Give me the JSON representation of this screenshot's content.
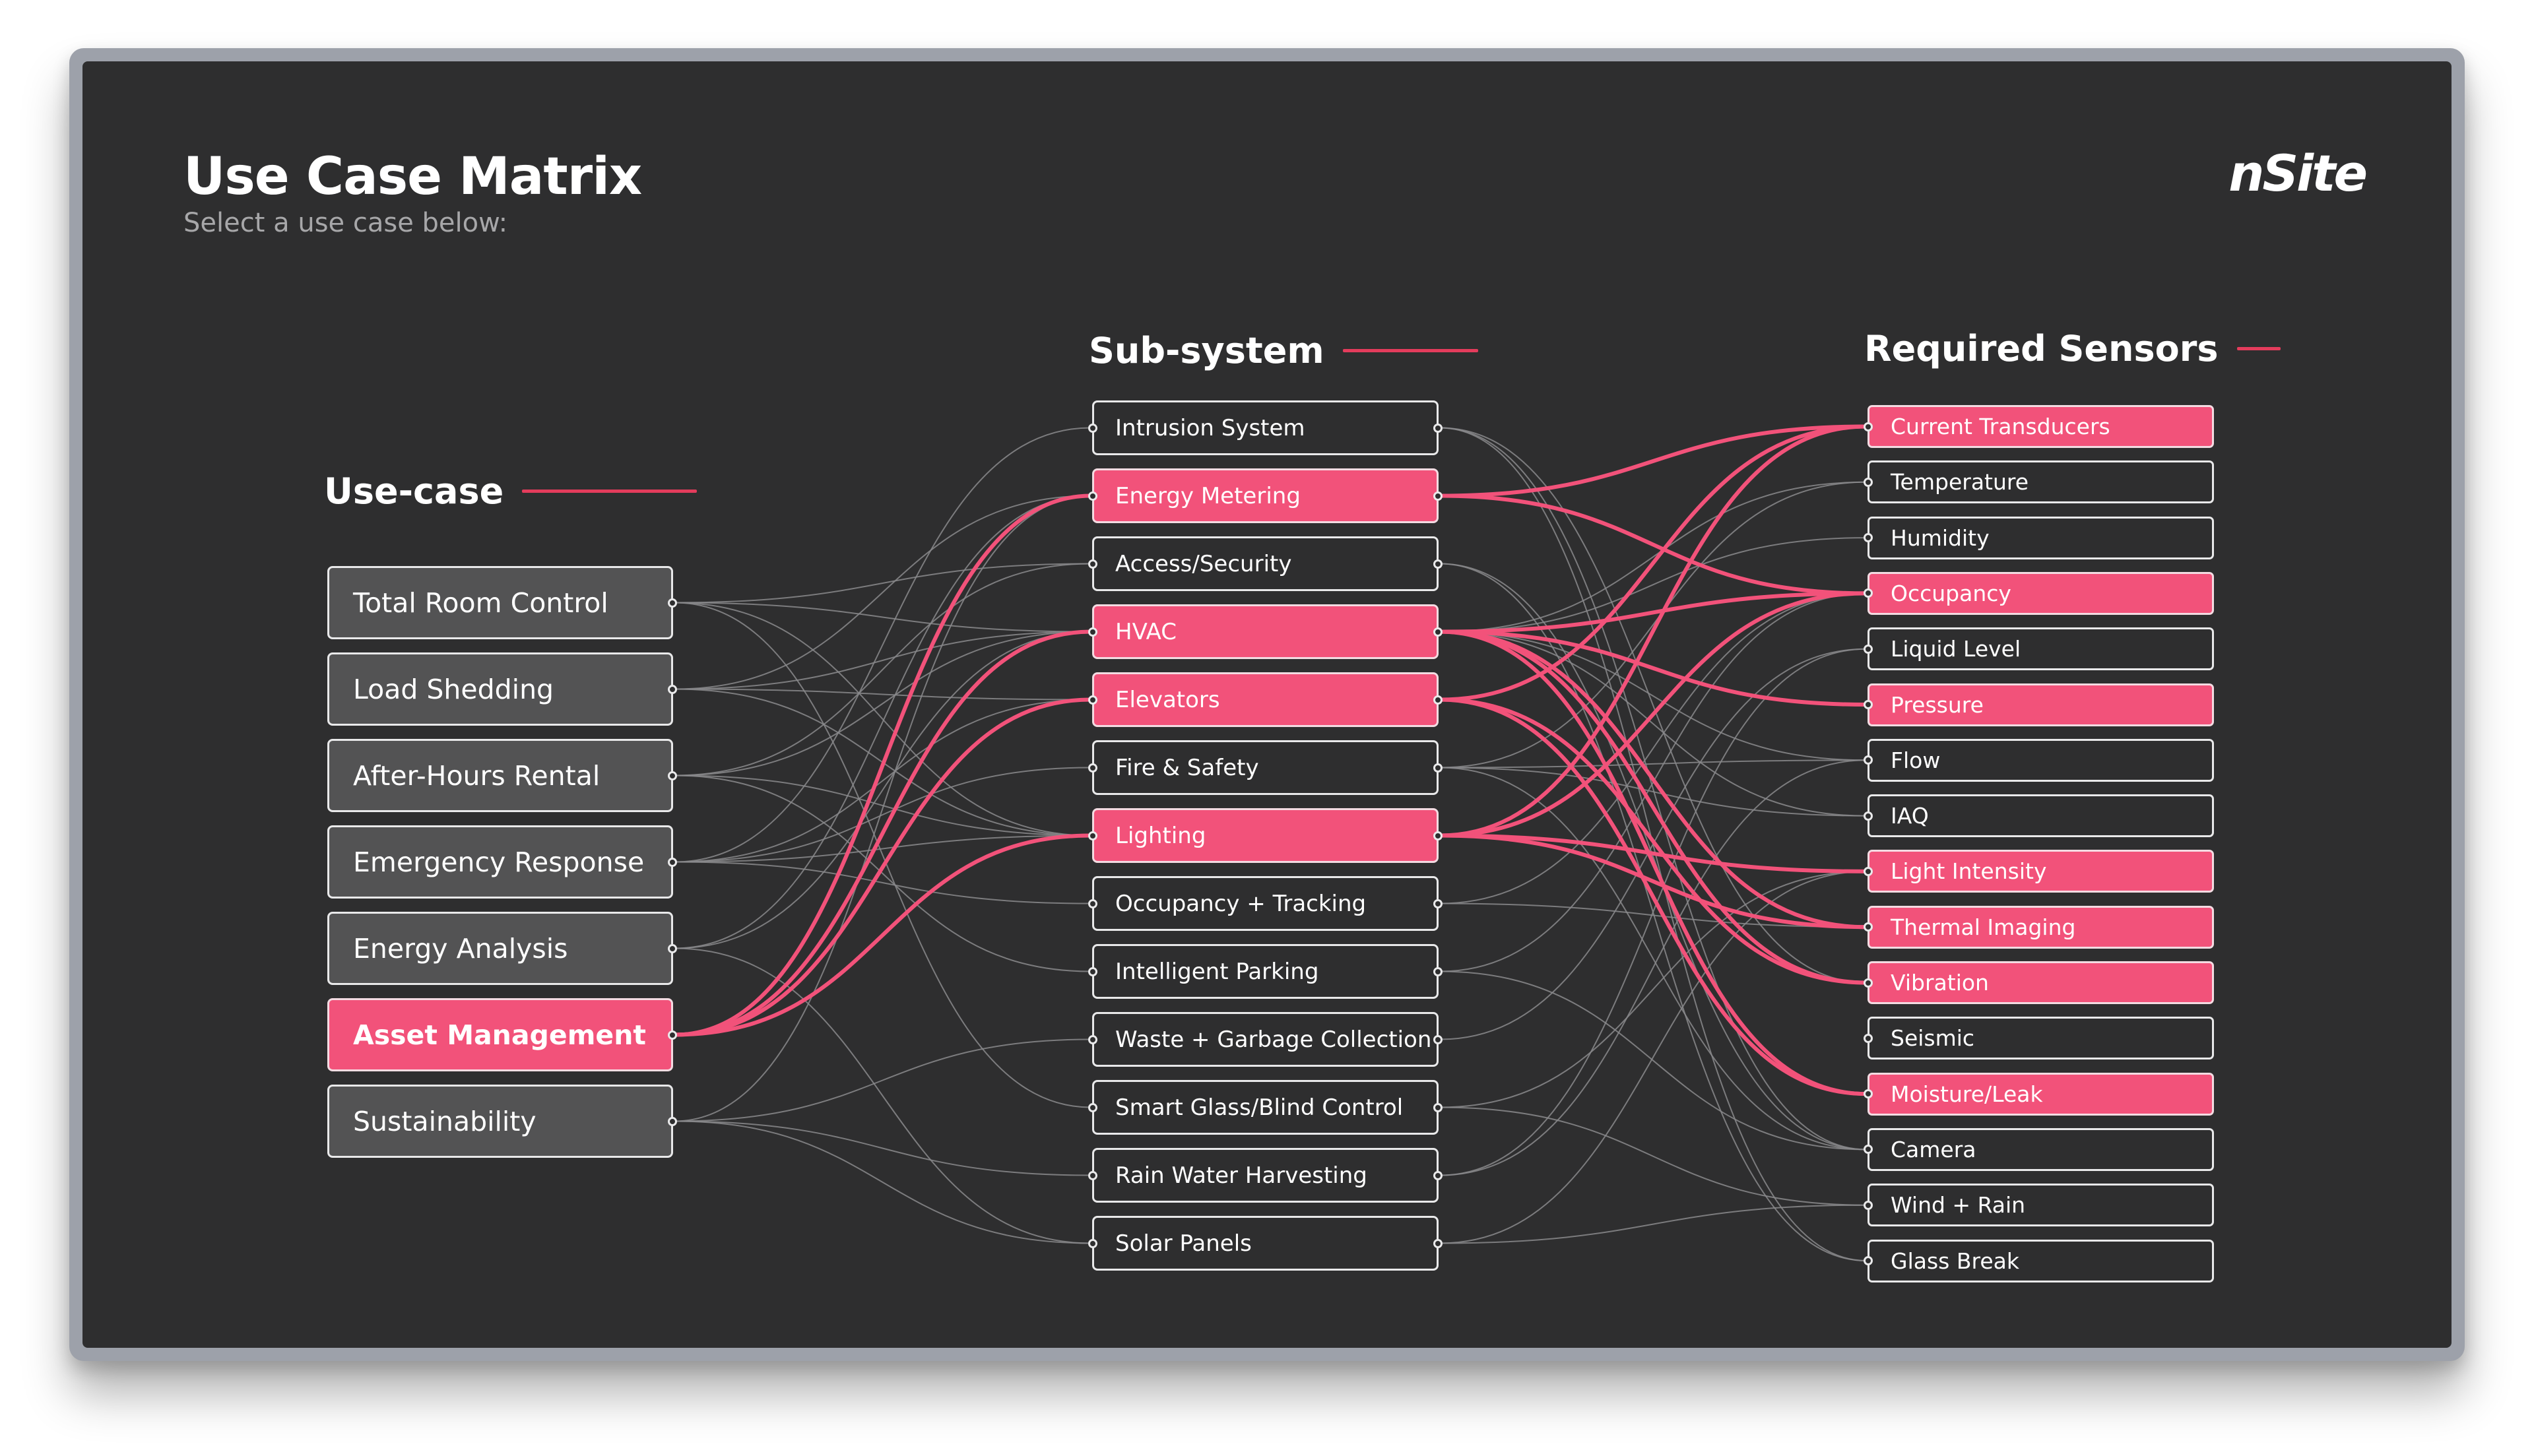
{
  "header": {
    "title": "Use Case Matrix",
    "subtitle": "Select a use case below:",
    "logo": "nSite"
  },
  "columns": {
    "use_case": "Use-case",
    "sub_system": "Sub-system",
    "sensors": "Required Sensors"
  },
  "colors": {
    "background": "#2e2e2f",
    "accent": "#f2527a",
    "accent_line": "#e43c5c",
    "use_case_fill": "#535354",
    "connection_inactive": "#8a8a8c"
  },
  "use_cases": [
    {
      "label": "Total Room Control",
      "active": false
    },
    {
      "label": "Load Shedding",
      "active": false
    },
    {
      "label": "After-Hours Rental",
      "active": false
    },
    {
      "label": "Emergency Response",
      "active": false
    },
    {
      "label": "Energy Analysis",
      "active": false
    },
    {
      "label": "Asset Management",
      "active": true
    },
    {
      "label": "Sustainability",
      "active": false
    }
  ],
  "subsystems": [
    {
      "label": "Intrusion System",
      "active": false
    },
    {
      "label": "Energy Metering",
      "active": true
    },
    {
      "label": "Access/Security",
      "active": false
    },
    {
      "label": "HVAC",
      "active": true
    },
    {
      "label": "Elevators",
      "active": true
    },
    {
      "label": "Fire & Safety",
      "active": false
    },
    {
      "label": "Lighting",
      "active": true
    },
    {
      "label": "Occupancy + Tracking",
      "active": false
    },
    {
      "label": "Intelligent Parking",
      "active": false
    },
    {
      "label": "Waste + Garbage Collection",
      "active": false
    },
    {
      "label": "Smart Glass/Blind Control",
      "active": false
    },
    {
      "label": "Rain Water Harvesting",
      "active": false
    },
    {
      "label": "Solar Panels",
      "active": false
    }
  ],
  "sensors": [
    {
      "label": "Current Transducers",
      "active": true
    },
    {
      "label": "Temperature",
      "active": false
    },
    {
      "label": "Humidity",
      "active": false
    },
    {
      "label": "Occupancy",
      "active": true
    },
    {
      "label": "Liquid Level",
      "active": false
    },
    {
      "label": "Pressure",
      "active": true
    },
    {
      "label": "Flow",
      "active": false
    },
    {
      "label": "IAQ",
      "active": false
    },
    {
      "label": "Light Intensity",
      "active": true
    },
    {
      "label": "Thermal Imaging",
      "active": true
    },
    {
      "label": "Vibration",
      "active": true
    },
    {
      "label": "Seismic",
      "active": false
    },
    {
      "label": "Moisture/Leak",
      "active": true
    },
    {
      "label": "Camera",
      "active": false
    },
    {
      "label": "Wind + Rain",
      "active": false
    },
    {
      "label": "Glass Break",
      "active": false
    }
  ],
  "links_use_case_to_subsystem": {
    "inactive": [
      [
        "Total Room Control",
        "Access/Security"
      ],
      [
        "Total Room Control",
        "HVAC"
      ],
      [
        "Total Room Control",
        "Lighting"
      ],
      [
        "Total Room Control",
        "Smart Glass/Blind Control"
      ],
      [
        "Load Shedding",
        "Energy Metering"
      ],
      [
        "Load Shedding",
        "HVAC"
      ],
      [
        "Load Shedding",
        "Lighting"
      ],
      [
        "Load Shedding",
        "Elevators"
      ],
      [
        "After-Hours Rental",
        "Access/Security"
      ],
      [
        "After-Hours Rental",
        "HVAC"
      ],
      [
        "After-Hours Rental",
        "Lighting"
      ],
      [
        "After-Hours Rental",
        "Intelligent Parking"
      ],
      [
        "Emergency Response",
        "Intrusion System"
      ],
      [
        "Emergency Response",
        "Fire & Safety"
      ],
      [
        "Emergency Response",
        "Elevators"
      ],
      [
        "Emergency Response",
        "Occupancy + Tracking"
      ],
      [
        "Emergency Response",
        "Lighting"
      ],
      [
        "Energy Analysis",
        "Energy Metering"
      ],
      [
        "Energy Analysis",
        "HVAC"
      ],
      [
        "Energy Analysis",
        "Solar Panels"
      ],
      [
        "Sustainability",
        "Solar Panels"
      ],
      [
        "Sustainability",
        "Rain Water Harvesting"
      ],
      [
        "Sustainability",
        "Waste + Garbage Collection"
      ],
      [
        "Sustainability",
        "Energy Metering"
      ]
    ],
    "active": [
      [
        "Asset Management",
        "Energy Metering"
      ],
      [
        "Asset Management",
        "HVAC"
      ],
      [
        "Asset Management",
        "Elevators"
      ],
      [
        "Asset Management",
        "Lighting"
      ]
    ]
  },
  "links_subsystem_to_sensor": {
    "inactive": [
      [
        "Intrusion System",
        "Glass Break"
      ],
      [
        "Intrusion System",
        "Camera"
      ],
      [
        "Intrusion System",
        "Vibration"
      ],
      [
        "Access/Security",
        "Camera"
      ],
      [
        "Access/Security",
        "Glass Break"
      ],
      [
        "HVAC",
        "Temperature"
      ],
      [
        "HVAC",
        "Humidity"
      ],
      [
        "HVAC",
        "IAQ"
      ],
      [
        "HVAC",
        "Flow"
      ],
      [
        "Fire & Safety",
        "Temperature"
      ],
      [
        "Fire & Safety",
        "Camera"
      ],
      [
        "Fire & Safety",
        "IAQ"
      ],
      [
        "Fire & Safety",
        "Flow"
      ],
      [
        "Occupancy + Tracking",
        "Occupancy"
      ],
      [
        "Occupancy + Tracking",
        "Thermal Imaging"
      ],
      [
        "Intelligent Parking",
        "Camera"
      ],
      [
        "Intelligent Parking",
        "Occupancy"
      ],
      [
        "Waste + Garbage Collection",
        "Liquid Level"
      ],
      [
        "Smart Glass/Blind Control",
        "Light Intensity"
      ],
      [
        "Smart Glass/Blind Control",
        "Wind + Rain"
      ],
      [
        "Rain Water Harvesting",
        "Liquid Level"
      ],
      [
        "Rain Water Harvesting",
        "Flow"
      ],
      [
        "Solar Panels",
        "Light Intensity"
      ],
      [
        "Solar Panels",
        "Wind + Rain"
      ]
    ],
    "active": [
      [
        "Energy Metering",
        "Current Transducers"
      ],
      [
        "Energy Metering",
        "Occupancy"
      ],
      [
        "HVAC",
        "Occupancy"
      ],
      [
        "HVAC",
        "Pressure"
      ],
      [
        "HVAC",
        "Vibration"
      ],
      [
        "HVAC",
        "Thermal Imaging"
      ],
      [
        "HVAC",
        "Moisture/Leak"
      ],
      [
        "Elevators",
        "Vibration"
      ],
      [
        "Elevators",
        "Moisture/Leak"
      ],
      [
        "Elevators",
        "Current Transducers"
      ],
      [
        "Lighting",
        "Occupancy"
      ],
      [
        "Lighting",
        "Light Intensity"
      ],
      [
        "Lighting",
        "Thermal Imaging"
      ],
      [
        "Lighting",
        "Current Transducers"
      ]
    ]
  }
}
